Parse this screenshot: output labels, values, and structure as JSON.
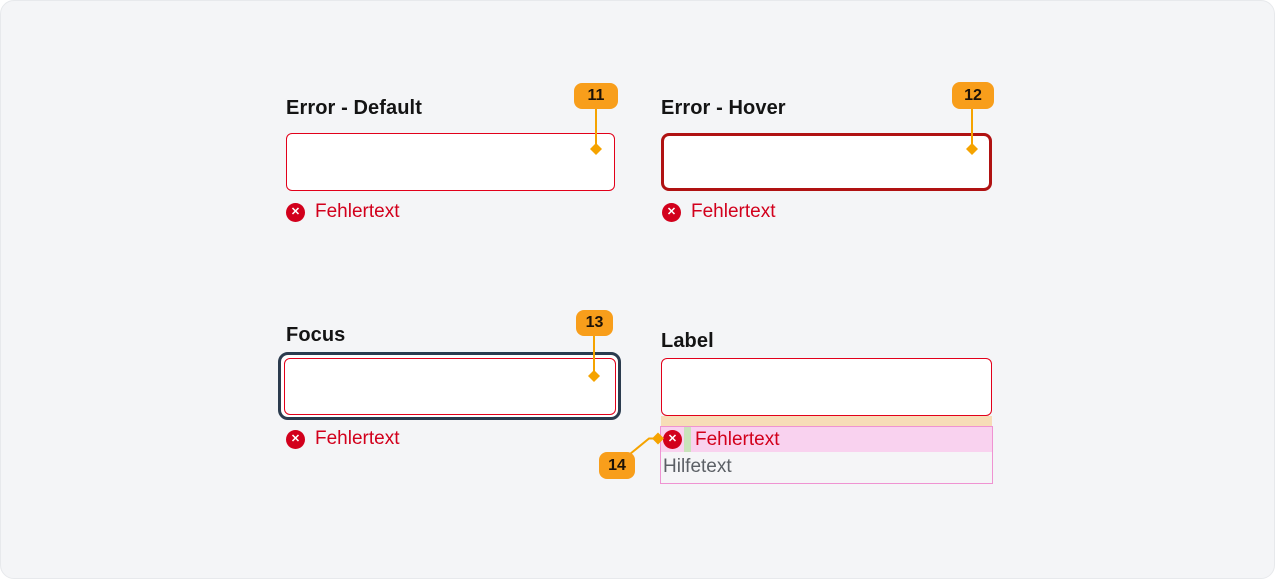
{
  "sections": [
    {
      "id": "error-default",
      "title": "Error - Default",
      "badge": "11",
      "input": {
        "value": "",
        "placeholder": ""
      },
      "error": {
        "icon": "close-circle-icon",
        "text": "Fehlertext"
      }
    },
    {
      "id": "error-hover",
      "title": "Error - Hover",
      "badge": "12",
      "input": {
        "value": "",
        "placeholder": ""
      },
      "error": {
        "icon": "close-circle-icon",
        "text": "Fehlertext"
      }
    },
    {
      "id": "focus",
      "title": "Focus",
      "badge": "13",
      "input": {
        "value": "",
        "placeholder": ""
      },
      "error": {
        "icon": "close-circle-icon",
        "text": "Fehlertext"
      }
    },
    {
      "id": "label",
      "title": "Label",
      "badge": "14",
      "input": {
        "value": "",
        "placeholder": ""
      },
      "error": {
        "icon": "close-circle-icon",
        "text": "Fehlertext"
      },
      "help": {
        "text": "Hilfetext"
      }
    }
  ],
  "glyphs": {
    "error_x": "✕"
  },
  "colors": {
    "page_background": "#f4f5f7",
    "error_text": "#d2001c",
    "error_border": "#e2001a",
    "error_border_hover": "#b01212",
    "focus_ring": "#2b3b4e",
    "annotation_badge_orange": "#f89e1b",
    "connector_orange": "#f5a300",
    "highlight_pink": "#f9d2ef",
    "highlight_pink_border": "#ef93d2",
    "spacing_green": "#c9e3bb",
    "spacing_beige": "#f7ddb7",
    "help_text_gray": "#5c6066"
  }
}
